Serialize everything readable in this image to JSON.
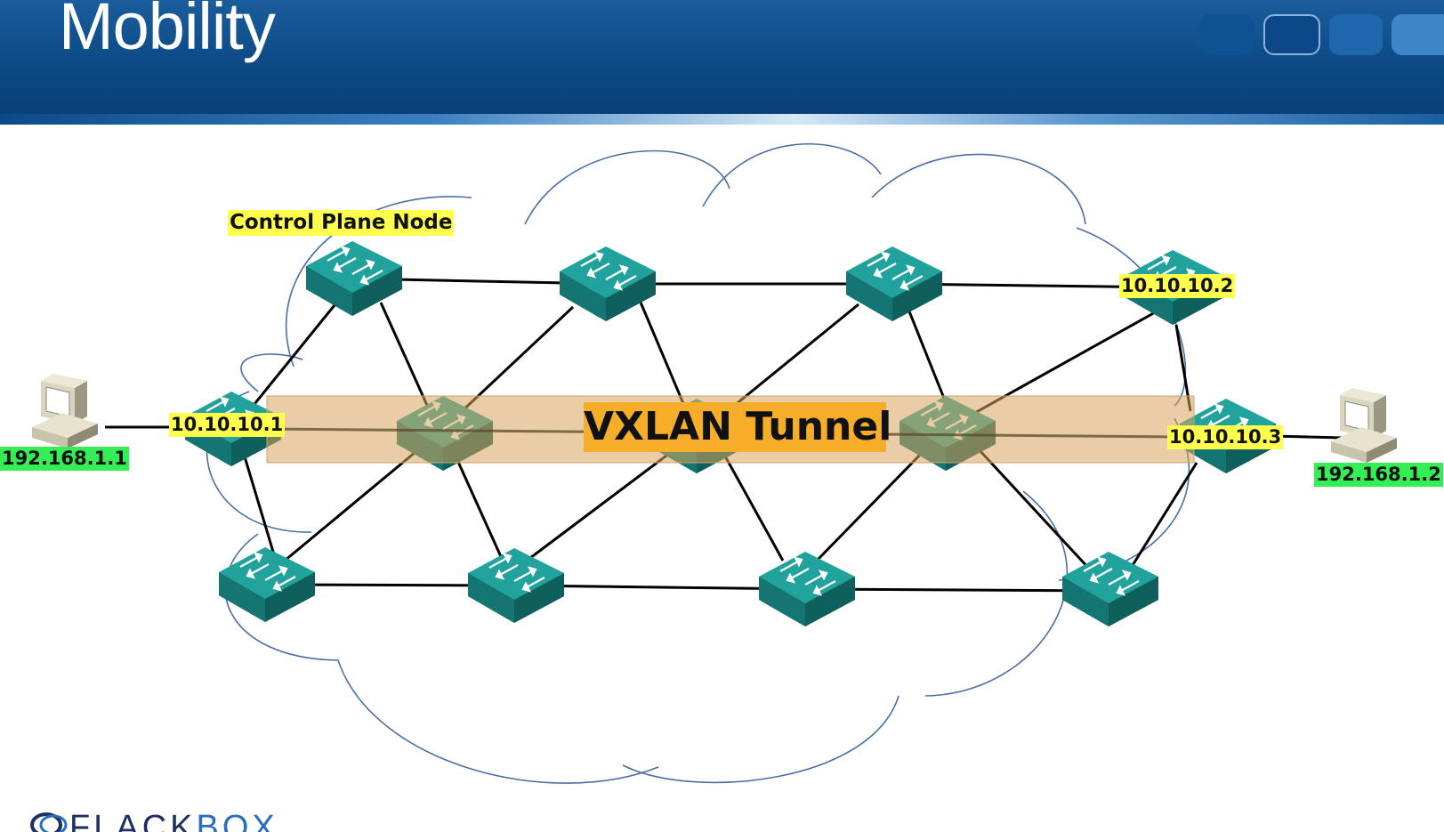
{
  "slide": {
    "title": "Mobility"
  },
  "labels": {
    "control_plane": "Control Plane Node",
    "vtep1": "10.10.10.1",
    "vtep2": "10.10.10.2",
    "vtep3": "10.10.10.3",
    "host1": "192.168.1.1",
    "host2": "192.168.1.2",
    "tunnel": "VXLAN Tunnel"
  },
  "brand": {
    "left": "FLACK",
    "right": "BOX"
  },
  "colors": {
    "header": "#0d4a86",
    "label_highlight": "#ffff4d",
    "host_highlight": "#33ee55",
    "tunnel_band": "#e9c48f",
    "tunnel_label": "#f5ad2a",
    "switch": "#1b8a86",
    "cloud_outline": "#4a6fa5"
  }
}
